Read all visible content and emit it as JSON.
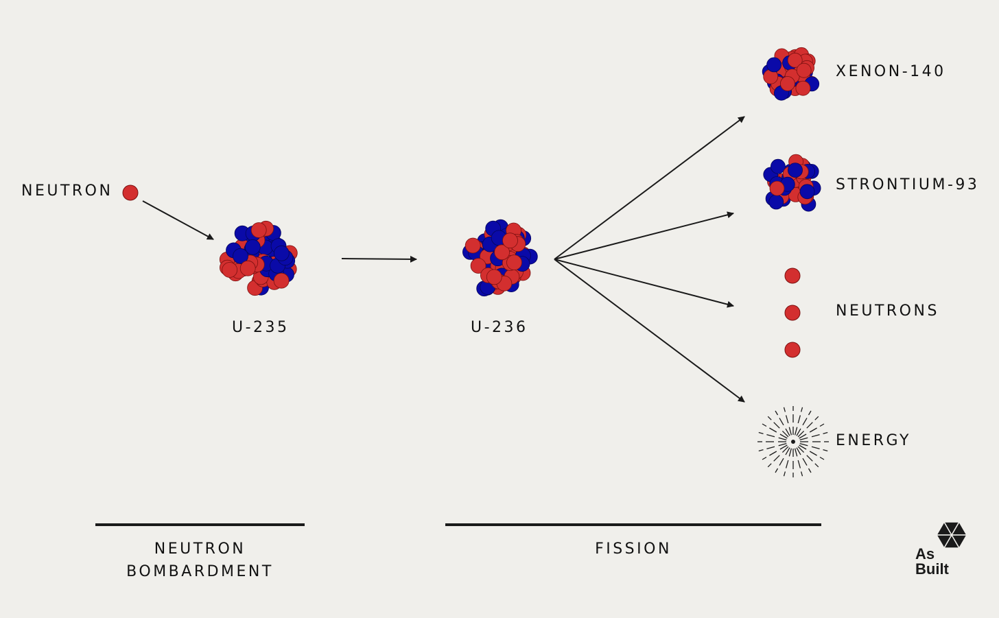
{
  "labels": {
    "neutron": "NEUTRON",
    "u235": "U-235",
    "u236": "U-236",
    "xenon": "XENON-140",
    "strontium": "STRONTIUM-93",
    "neutrons": "NEUTRONS",
    "energy": "ENERGY"
  },
  "sections": {
    "bombardment_line1": "NEUTRON",
    "bombardment_line2": "BOMBARDMENT",
    "fission": "FISSION"
  },
  "brand": {
    "line1": "As",
    "line2": "Built"
  },
  "colors": {
    "background": "#f0efeb",
    "proton": "#d32f2f",
    "neutron_particle": "#0a0aa8",
    "ink": "#111111"
  }
}
